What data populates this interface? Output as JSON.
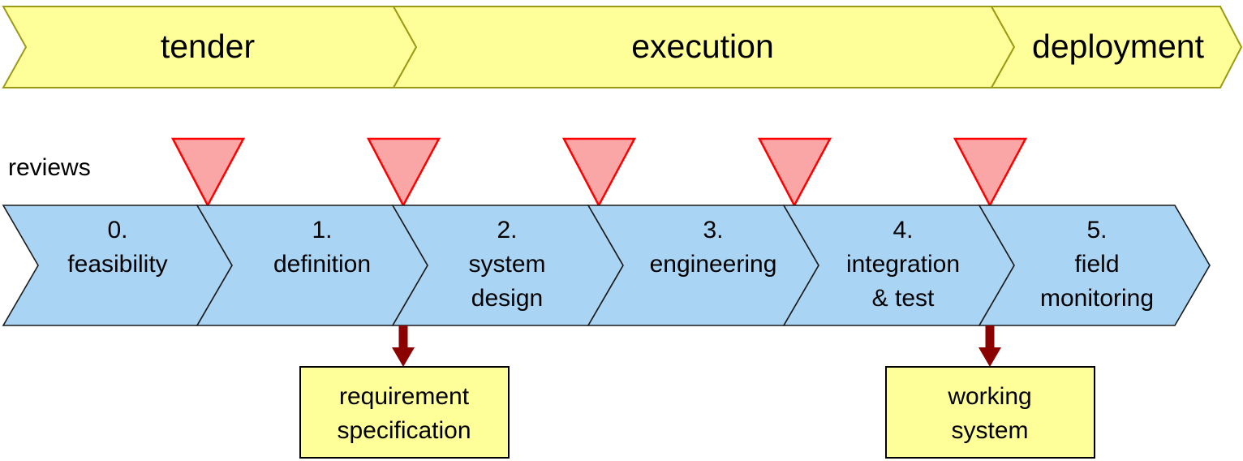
{
  "colors": {
    "phase_fill": "#FFFF99",
    "phase_stroke": "#9A9A17",
    "stage_fill": "#AAD4F4",
    "stage_stroke": "#1A1A1A",
    "review_fill": "#FAA6A6",
    "review_stroke": "#FF0000",
    "deliverable_fill": "#FFFF99",
    "deliverable_stroke": "#000000",
    "arrow_color": "#8B0000",
    "background": "#FFFFFF",
    "text": "#000000"
  },
  "phases": {
    "row_label": "",
    "items": [
      {
        "label": "tender"
      },
      {
        "label": "execution"
      },
      {
        "label": "deployment"
      }
    ]
  },
  "reviews": {
    "label": "reviews",
    "count": 5,
    "markers": [
      {
        "name": "review-marker-1"
      },
      {
        "name": "review-marker-2"
      },
      {
        "name": "review-marker-3"
      },
      {
        "name": "review-marker-4"
      },
      {
        "name": "review-marker-5"
      }
    ]
  },
  "stages": {
    "items": [
      {
        "number": "0.",
        "line1": "feasibility",
        "line2": ""
      },
      {
        "number": "1.",
        "line1": "definition",
        "line2": ""
      },
      {
        "number": "2.",
        "line1": "system",
        "line2": "design"
      },
      {
        "number": "3.",
        "line1": "engineering",
        "line2": ""
      },
      {
        "number": "4.",
        "line1": "integration",
        "line2": "& test"
      },
      {
        "number": "5.",
        "line1": "field",
        "line2": "monitoring"
      }
    ]
  },
  "deliverables": {
    "items": [
      {
        "line1": "requirement",
        "line2": "specification"
      },
      {
        "line1": "working",
        "line2": "system"
      }
    ]
  }
}
